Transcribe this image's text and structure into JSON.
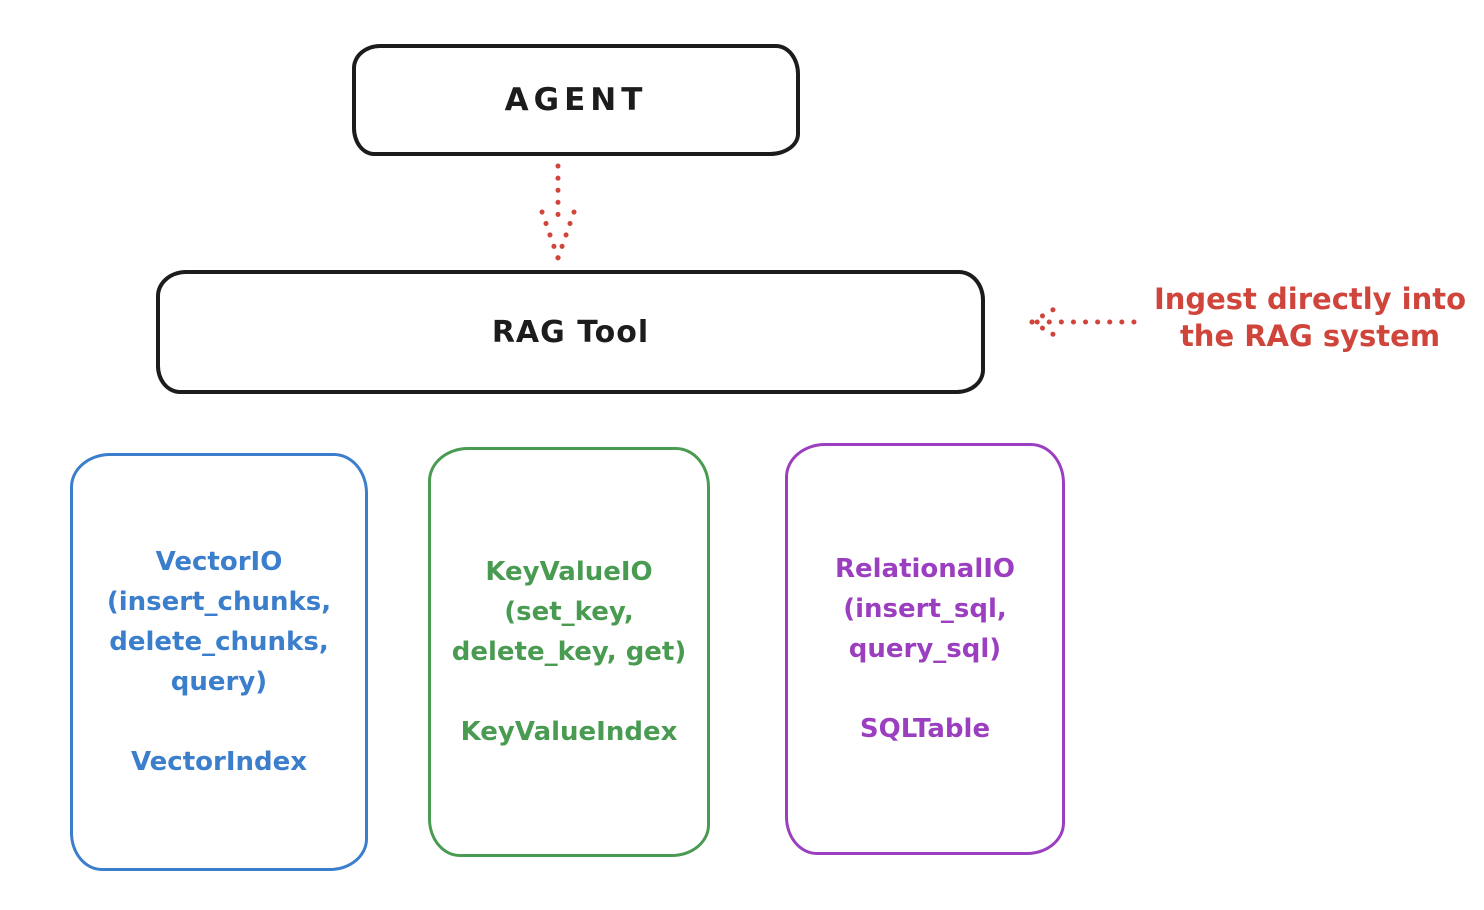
{
  "diagram": {
    "colors": {
      "background": "#ffffff",
      "ink": "#1c1c1c",
      "red": "#d0453b",
      "blue": "#3b7ecb",
      "green": "#4a9b52",
      "purple": "#9b3fc0"
    },
    "agent_box": {
      "label": "AGENT"
    },
    "rag_tool_box": {
      "label": "RAG Tool"
    },
    "annotation": {
      "line1": "Ingest directly into",
      "line2": "the RAG system"
    },
    "arrows": {
      "agent_to_rag": {
        "style": "dotted",
        "direction": "down"
      },
      "ingest_to_rag": {
        "style": "dotted",
        "direction": "left"
      }
    },
    "io_boxes": [
      {
        "name": "vector-io",
        "color": "#3b7ecb",
        "lines": [
          "VectorIO",
          "(insert_chunks,",
          "delete_chunks,",
          "query)"
        ],
        "index_label": "VectorIndex"
      },
      {
        "name": "keyvalue-io",
        "color": "#4a9b52",
        "lines": [
          "KeyValueIO",
          "(set_key,",
          "delete_key, get)"
        ],
        "index_label": "KeyValueIndex"
      },
      {
        "name": "relational-io",
        "color": "#9b3fc0",
        "lines": [
          "RelationalIO",
          "(insert_sql,",
          "query_sql)"
        ],
        "index_label": "SQLTable"
      }
    ]
  }
}
